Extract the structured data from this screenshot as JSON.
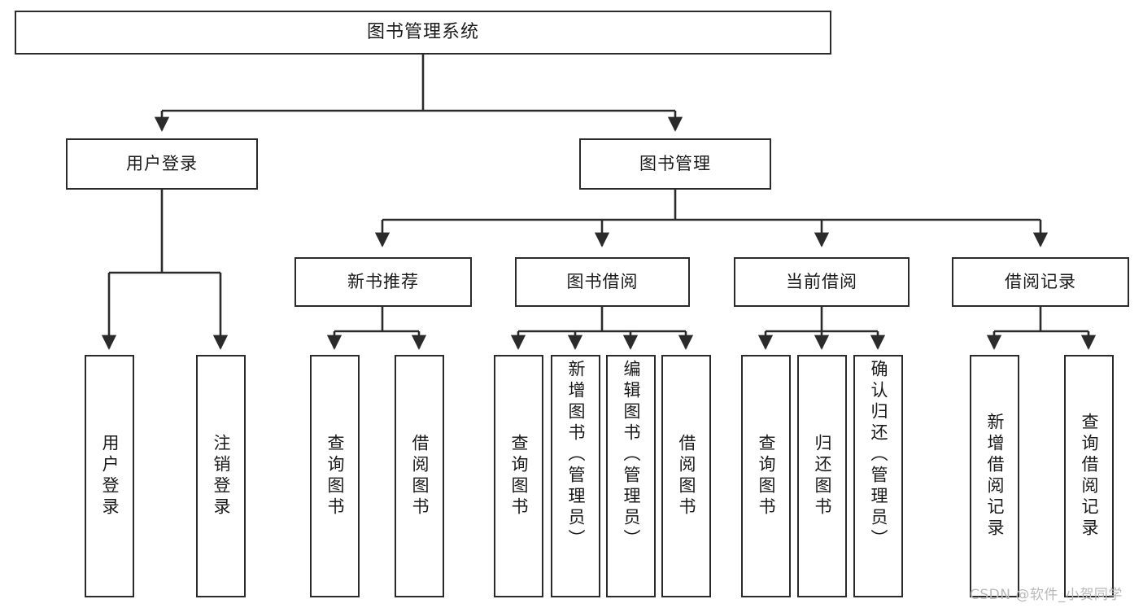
{
  "diagram": {
    "title": "图书管理系统",
    "type": "hierarchy-tree",
    "stroke_color": "#2b2b2b",
    "fill_color": "#ffffff",
    "text_color": "#1a1a1a"
  },
  "root": {
    "label": "图书管理系统"
  },
  "level2": [
    {
      "label": "用户登录"
    },
    {
      "label": "图书管理"
    }
  ],
  "level3": [
    {
      "label": "新书推荐"
    },
    {
      "label": "图书借阅"
    },
    {
      "label": "当前借阅"
    },
    {
      "label": "借阅记录"
    }
  ],
  "leaves": {
    "user_login": [
      {
        "label": "用户登录"
      },
      {
        "label": "注销登录"
      }
    ],
    "new_book_recommend": [
      {
        "label": "查询图书"
      },
      {
        "label": "借阅图书"
      }
    ],
    "book_borrow": [
      {
        "label": "查询图书"
      },
      {
        "label": "新增图书（管理员）"
      },
      {
        "label": "编辑图书（管理员）"
      },
      {
        "label": "借阅图书"
      }
    ],
    "current_borrow": [
      {
        "label": "查询图书"
      },
      {
        "label": "归还图书"
      },
      {
        "label": "确认归还（管理员）"
      }
    ],
    "borrow_record": [
      {
        "label": "新增借阅记录"
      },
      {
        "label": "查询借阅记录"
      }
    ]
  },
  "watermark": {
    "text": "CSDN @软件_小贺同学",
    "color": "#b8b8b8"
  }
}
